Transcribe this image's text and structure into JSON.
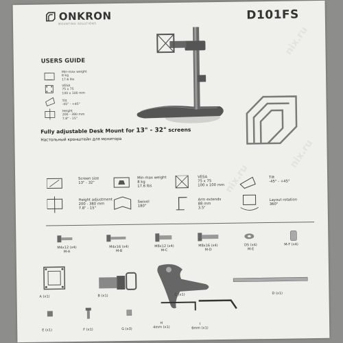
{
  "brand": {
    "name": "ONKRON",
    "sub": "MOUNTING SOLUTIONS"
  },
  "model": "D101FS",
  "guide_title": "USERS GUIDE",
  "small_specs": [
    {
      "label": "Min-max weight",
      "line1": "8 kg",
      "line2": "17.6 lbs"
    },
    {
      "label": "VESA",
      "line1": "75 x 75",
      "line2": "100 x 100 mm"
    },
    {
      "label": "Tilt",
      "line1": "-45° - +45°",
      "line2": ""
    },
    {
      "label": "Height",
      "line1": "200 - 380 mm",
      "line2": "7.8\" - 15\""
    }
  ],
  "tagline": {
    "prefix": "Fully adjustable Desk Mount for ",
    "size": "13\" - 32\"",
    "suffix": " screens"
  },
  "tagline_ru": "Настольный кронштейн для монитора",
  "specs": [
    {
      "label": "Screen size",
      "line1": "13\" - 32\"",
      "line2": ""
    },
    {
      "label": "Min-max weight",
      "line1": "8 kg",
      "line2": "17.6 lbs"
    },
    {
      "label": "VESA",
      "line1": "75 x 75",
      "line2": "100 x 100 mm"
    },
    {
      "label": "Tilt",
      "line1": "-45° - +45°",
      "line2": ""
    },
    {
      "label": "Height adjustment",
      "line1": "200 - 380 mm",
      "line2": "7.8\" - 15\""
    },
    {
      "label": "Swivel",
      "line1": "180°",
      "line2": ""
    },
    {
      "label": "Arm extends",
      "line1": "88 mm",
      "line2": "3.5\""
    },
    {
      "label": "Layout rotation",
      "line1": "360°",
      "line2": ""
    }
  ],
  "screws": [
    {
      "qty": "M4x12 (x4)",
      "code": "M-A"
    },
    {
      "qty": "M4x16 (x4)",
      "code": "M-B"
    },
    {
      "qty": "M8x12 (x4)",
      "code": "M-C"
    },
    {
      "qty": "M8x16 (x4)",
      "code": "M-D"
    },
    {
      "qty": "D5 (x4)",
      "code": "M-E"
    },
    {
      "qty": "",
      "code": "M-F (x4)"
    }
  ],
  "parts": {
    "a": "A (x1)",
    "b": "B (x1)",
    "c": "C (x1)",
    "d": "D (x1)",
    "e": "E (x1)",
    "f": "F (x1)",
    "g": "G (x3)",
    "h_code": "H",
    "h_size": "4mm (x1)",
    "i_code": "I",
    "i_size": "6mm (x1)"
  },
  "watermark": "nix.ru"
}
